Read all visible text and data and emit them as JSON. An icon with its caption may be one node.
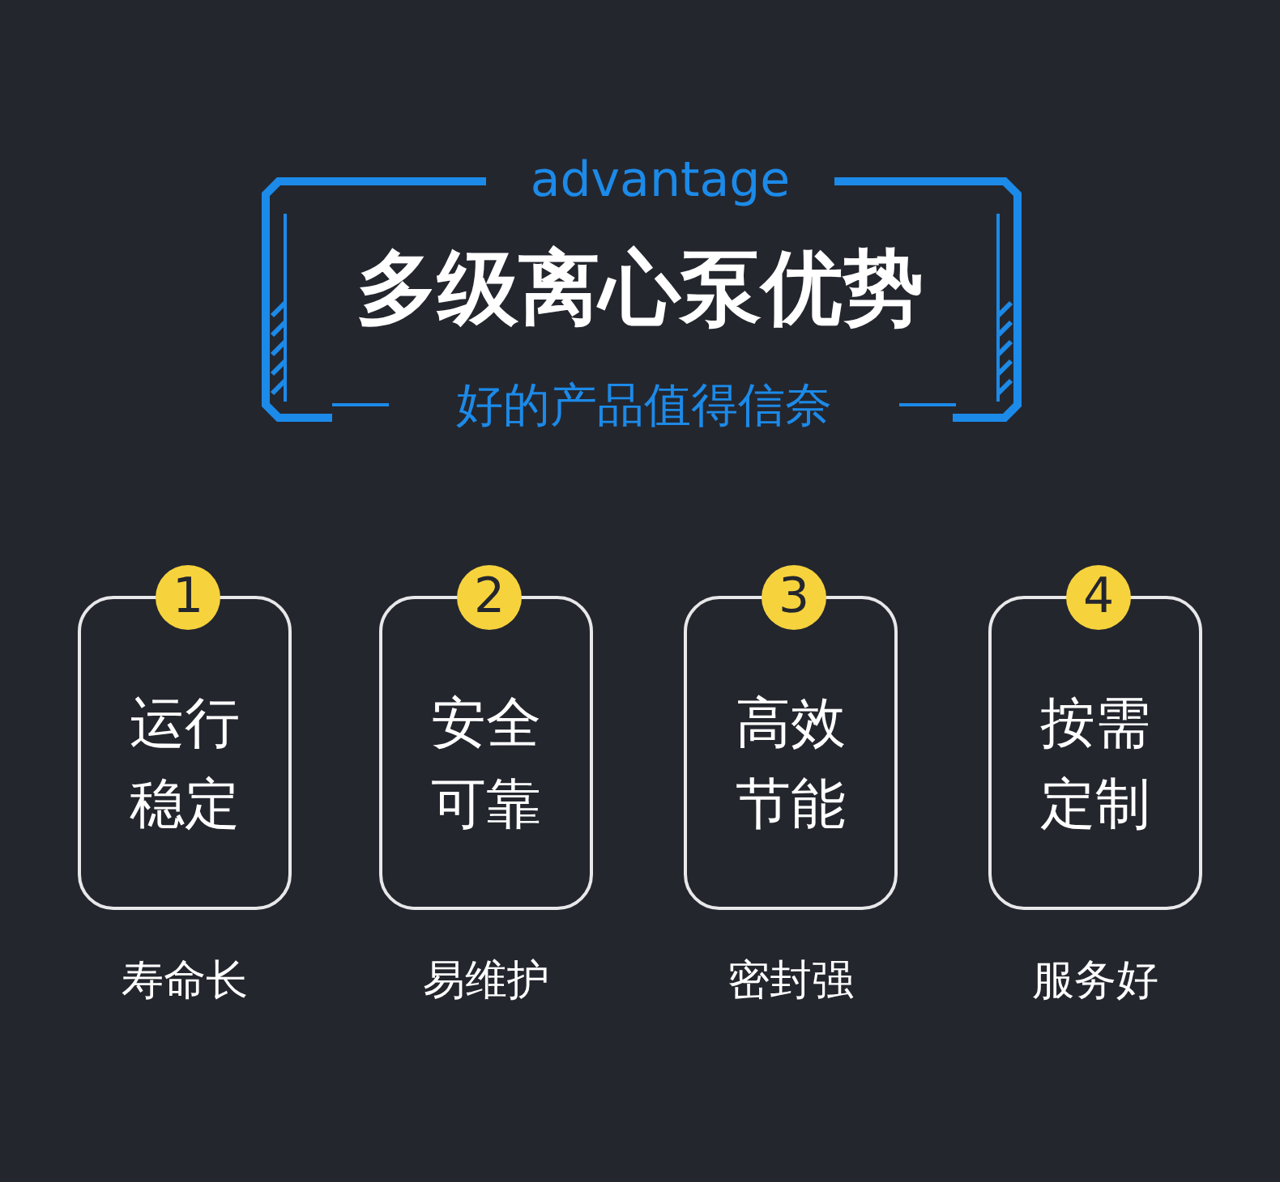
{
  "diagram": {
    "title": "多级离心泵优势",
    "nodes": [
      {
        "text": [
          "1",
          "运行稳定"
        ],
        "beside": [
          "寿命长"
        ]
      },
      {
        "text": [
          "2",
          "安全可靠"
        ],
        "beside": [
          "易维护"
        ]
      },
      {
        "text": [
          "3",
          "高效节能"
        ],
        "beside": [
          "密封强"
        ]
      },
      {
        "text": [
          "4",
          "按需定制"
        ],
        "beside": [
          "服务好"
        ]
      }
    ],
    "labels": [
      "advantage",
      "好的产品值得信奈"
    ]
  }
}
